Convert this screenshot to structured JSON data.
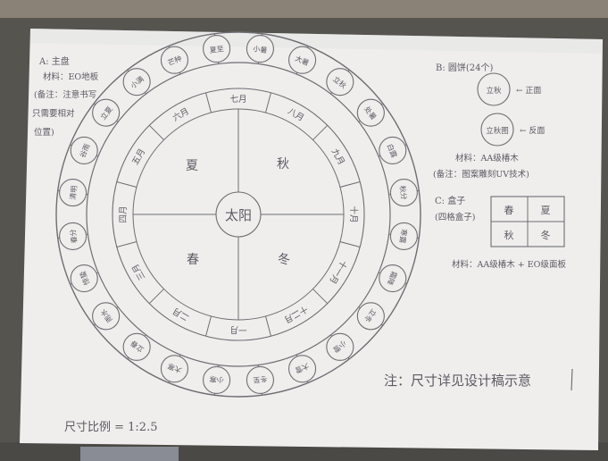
{
  "section_a": {
    "title": "A: 主盘",
    "material": "材料：EO地板",
    "note_line1": "(备注：注意书写",
    "note_line2": "只需要相对",
    "note_line3": "位置)"
  },
  "section_b": {
    "title": "B: 圆饼(24个)",
    "piece_front": "立秋",
    "piece_front_arrow": "← 正面",
    "piece_back": "立秋图",
    "piece_back_arrow": "← 反面",
    "material": "材料：AA级椿木",
    "note": "(备注：图案雕刻UV技术)"
  },
  "section_c": {
    "title": "C: 盒子",
    "subtitle": "(四格盒子)",
    "cells": [
      "春",
      "夏",
      "秋",
      "冬"
    ],
    "material": "材料：AA级椿木 + EO级面板"
  },
  "wheel": {
    "center": "太阳",
    "seasons": [
      "夏",
      "秋",
      "冬",
      "春"
    ],
    "months": [
      "六月",
      "七月",
      "八月",
      "九月",
      "十月",
      "十一月",
      "十二月",
      "一月",
      "二月",
      "三月",
      "四月",
      "五月"
    ],
    "solar_terms": [
      "芒种",
      "夏至",
      "小暑",
      "大暑",
      "立秋",
      "处暑",
      "白露",
      "秋分",
      "寒露",
      "霜降",
      "立冬",
      "小雪",
      "大雪",
      "冬至",
      "小寒",
      "大寒",
      "立春",
      "雨水",
      "惊蛰",
      "春分",
      "清明",
      "谷雨",
      "立夏",
      "小满"
    ]
  },
  "footer": {
    "note": "注：尺寸详见设计稿示意",
    "scale": "尺寸比例 = 1:2.5"
  }
}
